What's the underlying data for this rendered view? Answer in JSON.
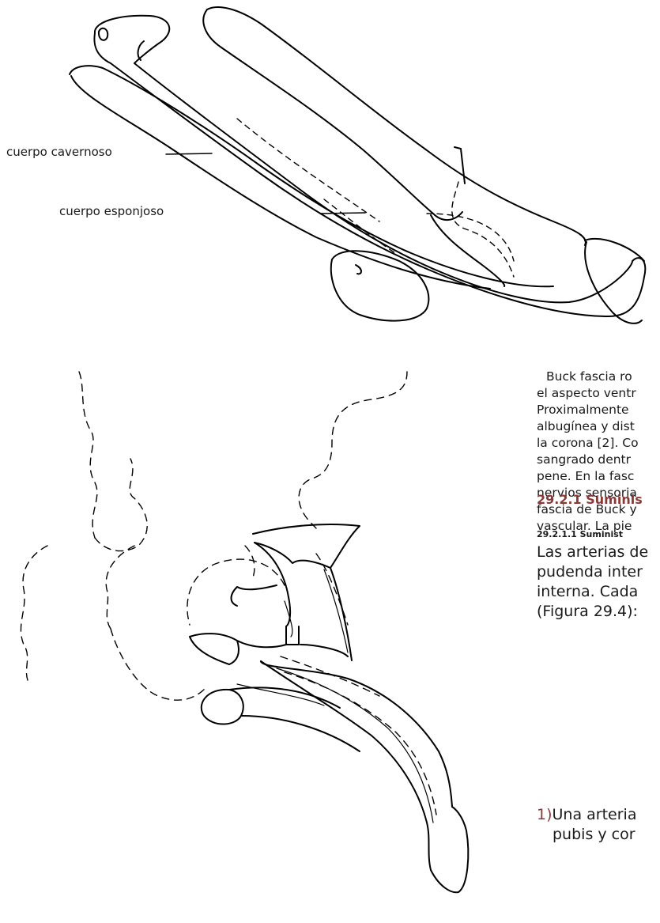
{
  "figure": {
    "labels": {
      "corpus_cavernosum": "cuerpo cavernoso",
      "corpus_spongiosum": "cuerpo esponjoso"
    }
  },
  "body": {
    "para1_lines": [
      "Buck fascia ro",
      "el aspecto ventr",
      "Proximalmente",
      "albugínea y dist",
      "la corona [2]. Co",
      "sangrado dentr",
      "pene. En la fasc",
      "nervios sensoria",
      "fascia de Buck y",
      "vascular. La pie"
    ],
    "section_heading": "29.2.1 Suminis",
    "subsection_heading": "29.2.1.1 Suminist",
    "para2_lines": [
      "Las arterias de",
      "pudenda inter",
      "interna. Cada",
      "(Figura 29.4):"
    ],
    "list": {
      "number": "1)",
      "line1": "Una arteria",
      "line2": "pubis y cor"
    }
  }
}
